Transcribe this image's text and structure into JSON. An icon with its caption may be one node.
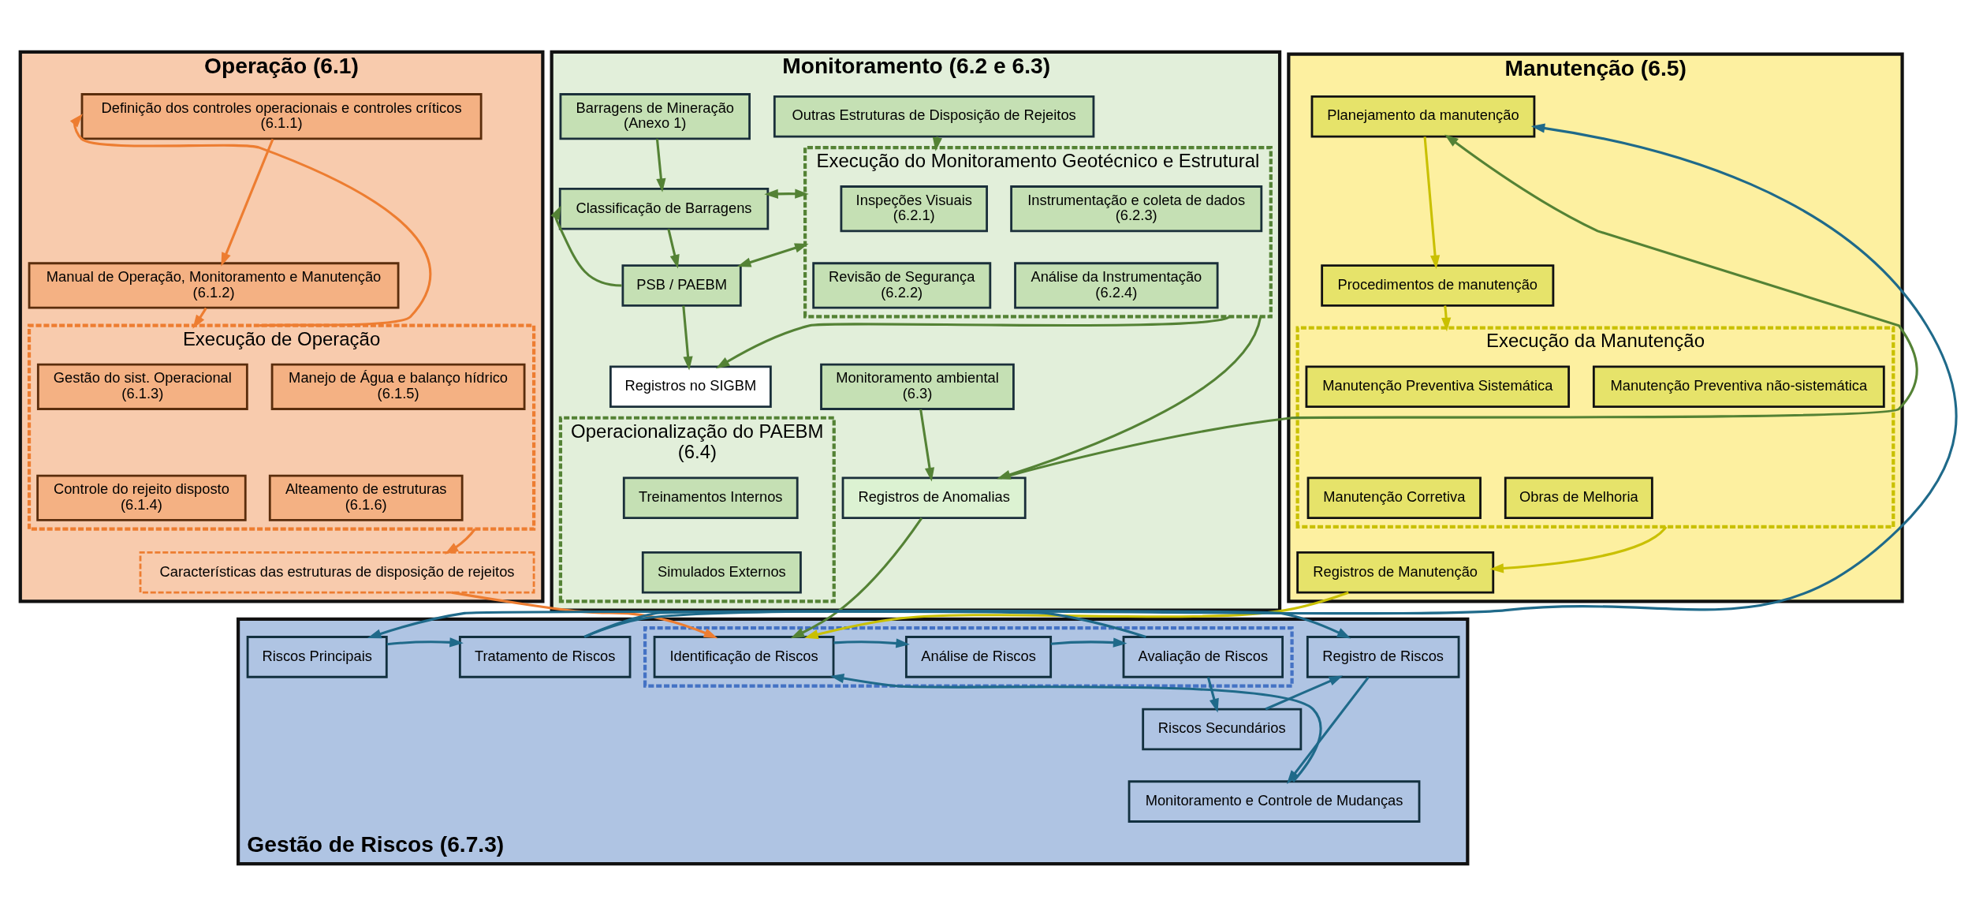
{
  "diagram": {
    "nodes": [
      {
        "text": [
          "Operação (6.1)"
        ]
      },
      {
        "text": [
          "Definição dos controles operacionais e controles críticos",
          "(6.1.1)"
        ],
        "in": 0
      },
      {
        "text": [
          "Manual de Operação, Monitoramento e Manutenção",
          "(6.1.2)"
        ],
        "in": 0
      },
      {
        "text": [
          "Execução de Operação"
        ],
        "in": 0
      },
      {
        "text": [
          "Gestão do sist. Operacional",
          "(6.1.3)"
        ],
        "in": 3
      },
      {
        "text": [
          "Manejo de Água e balanço hídrico",
          "(6.1.5)"
        ],
        "in": 3
      },
      {
        "text": [
          "Controle do rejeito disposto",
          "(6.1.4)"
        ],
        "in": 3
      },
      {
        "text": [
          "Alteamento de estruturas",
          "(6.1.6)"
        ],
        "in": 3
      },
      {
        "text": [
          "Características das estruturas de disposição de rejeitos"
        ],
        "in": 0
      },
      {
        "text": [
          "Monitoramento (6.2 e 6.3)"
        ]
      },
      {
        "text": [
          "Barragens de Mineração",
          "(Anexo 1)"
        ],
        "in": 9
      },
      {
        "text": [
          "Classificação de Barragens"
        ],
        "in": 9
      },
      {
        "text": [
          "PSB / PAEBM"
        ],
        "in": 9
      },
      {
        "text": [
          "Registros no SIGBM"
        ],
        "in": 9
      },
      {
        "text": [
          "Outras Estruturas de Disposição de Rejeitos"
        ],
        "in": 9
      },
      {
        "text": [
          "Execução do Monitoramento Geotécnico e Estrutural"
        ],
        "in": 9
      },
      {
        "text": [
          "Inspeções Visuais",
          "(6.2.1)"
        ],
        "in": 15
      },
      {
        "text": [
          "Instrumentação e coleta de dados",
          "(6.2.3)"
        ],
        "in": 15
      },
      {
        "text": [
          "Revisão de Segurança",
          "(6.2.2)"
        ],
        "in": 15
      },
      {
        "text": [
          "Análise da Instrumentação",
          "(6.2.4)"
        ],
        "in": 15
      },
      {
        "text": [
          "Operacionalização do PAEBM",
          "(6.4)"
        ],
        "in": 9
      },
      {
        "text": [
          "Treinamentos Internos"
        ],
        "in": 20
      },
      {
        "text": [
          "Simulados Externos"
        ],
        "in": 20
      },
      {
        "text": [
          "Monitoramento ambiental",
          "(6.3)"
        ],
        "in": 9
      },
      {
        "text": [
          "Registros de Anomalias"
        ],
        "in": 9
      },
      {
        "text": [
          "Manutenção (6.5)"
        ]
      },
      {
        "text": [
          "Planejamento da manutenção"
        ],
        "in": 25
      },
      {
        "text": [
          "Procedimentos de manutenção"
        ],
        "in": 25
      },
      {
        "text": [
          "Execução da Manutenção"
        ],
        "in": 25
      },
      {
        "text": [
          "Manutenção Preventiva Sistemática"
        ],
        "in": 28
      },
      {
        "text": [
          "Manutenção Preventiva não-sistemática"
        ],
        "in": 28
      },
      {
        "text": [
          "Manutenção Corretiva"
        ],
        "in": 28
      },
      {
        "text": [
          "Obras de Melhoria"
        ],
        "in": 28
      },
      {
        "text": [
          "Registros de Manutenção"
        ],
        "in": 25
      },
      {
        "text": [
          "Gestão de Riscos (6.7.3)"
        ]
      },
      {
        "text": [],
        "shape": "box",
        "in": 34
      },
      {
        "text": [
          "Identificação de Riscos"
        ],
        "in": 35
      },
      {
        "text": [
          "Análise de Riscos"
        ],
        "in": 35
      },
      {
        "text": [
          "Avaliação de Riscos"
        ],
        "in": 35
      },
      {
        "text": [
          "Riscos Principais"
        ],
        "in": 34
      },
      {
        "text": [
          "Riscos Secundários"
        ],
        "in": 34
      },
      {
        "text": [
          "Tratamento de Riscos"
        ],
        "in": 34
      },
      {
        "text": [
          "Registro de Riscos"
        ],
        "in": 34
      },
      {
        "text": [
          "Monitoramento e Controle de Mudanças"
        ],
        "in": 34
      }
    ],
    "edges": [
      {
        "from": 1,
        "to": 2,
        "arrow": "to",
        "color": "#ed7d31"
      },
      {
        "from": 2,
        "to": 3,
        "arrow": "to",
        "color": "#ed7d31"
      },
      {
        "from": 3,
        "to": 1,
        "arrow": "to",
        "color": "#ed7d31"
      },
      {
        "from": 3,
        "to": 8,
        "arrow": "to",
        "color": "#ed7d31"
      },
      {
        "from": 8,
        "to": 36,
        "arrow": "to",
        "color": "#ed7d31"
      },
      {
        "from": 10,
        "to": 11,
        "arrow": "to",
        "color": "#548235"
      },
      {
        "from": 11,
        "to": 12,
        "arrow": "to",
        "color": "#548235"
      },
      {
        "from": 12,
        "to": 13,
        "arrow": "to",
        "color": "#548235"
      },
      {
        "from": 12,
        "to": 11,
        "arrow": "to",
        "color": "#548235"
      },
      {
        "from": 11,
        "to": 15,
        "arrow": "both",
        "color": "#548235"
      },
      {
        "from": 12,
        "to": 15,
        "arrow": "both",
        "color": "#548235"
      },
      {
        "from": 15,
        "to": 13,
        "arrow": "to",
        "color": "#548235"
      },
      {
        "from": 14,
        "to": 15,
        "arrow": "to",
        "color": "#548235"
      },
      {
        "from": 15,
        "to": 24,
        "arrow": "to",
        "color": "#548235"
      },
      {
        "from": 23,
        "to": 24,
        "arrow": "to",
        "color": "#548235"
      },
      {
        "from": 24,
        "to": 26,
        "arrow": "to",
        "color": "#548235"
      },
      {
        "from": 24,
        "to": 36,
        "arrow": "to",
        "color": "#548235"
      },
      {
        "from": 26,
        "to": 27,
        "arrow": "to",
        "color": "#c9c000"
      },
      {
        "from": 27,
        "to": 28,
        "arrow": "to",
        "color": "#c9c000"
      },
      {
        "from": 28,
        "to": 33,
        "arrow": "to",
        "color": "#c9c000"
      },
      {
        "from": 33,
        "to": 36,
        "arrow": "to",
        "color": "#c9c000"
      },
      {
        "from": 36,
        "to": 37,
        "arrow": "to",
        "color": "#1f6a8a"
      },
      {
        "from": 37,
        "to": 38,
        "arrow": "to",
        "color": "#1f6a8a"
      },
      {
        "from": 38,
        "to": 39,
        "arrow": "to",
        "color": "#1f6a8a"
      },
      {
        "from": 38,
        "to": 40,
        "arrow": "to",
        "color": "#1f6a8a"
      },
      {
        "from": 39,
        "to": 41,
        "arrow": "to",
        "color": "#1f6a8a"
      },
      {
        "from": 41,
        "to": 42,
        "arrow": "to",
        "color": "#1f6a8a"
      },
      {
        "from": 40,
        "to": 42,
        "arrow": "to",
        "color": "#1f6a8a"
      },
      {
        "from": 41,
        "to": 26,
        "arrow": "to",
        "color": "#1f6a8a"
      },
      {
        "from": 42,
        "to": 43,
        "arrow": "to",
        "color": "#1f6a8a"
      },
      {
        "from": 43,
        "to": 36,
        "arrow": "to",
        "color": "#1f6a8a"
      }
    ]
  }
}
